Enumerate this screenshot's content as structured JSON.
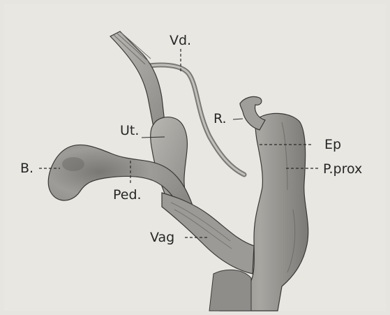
{
  "figure": {
    "labels": {
      "vd": "Vd.",
      "r": "R.",
      "ut": "Ut.",
      "ep": "Ep",
      "b": "B.",
      "p_prox": "P.prox",
      "ped": "Ped.",
      "vag": "Vag"
    },
    "colors": {
      "background": "#e6e5e0",
      "tissue_light": "#b5b3ae",
      "tissue_mid": "#9c9a96",
      "tissue_dark": "#5e5c59",
      "outline": "#2f2d2b"
    }
  }
}
